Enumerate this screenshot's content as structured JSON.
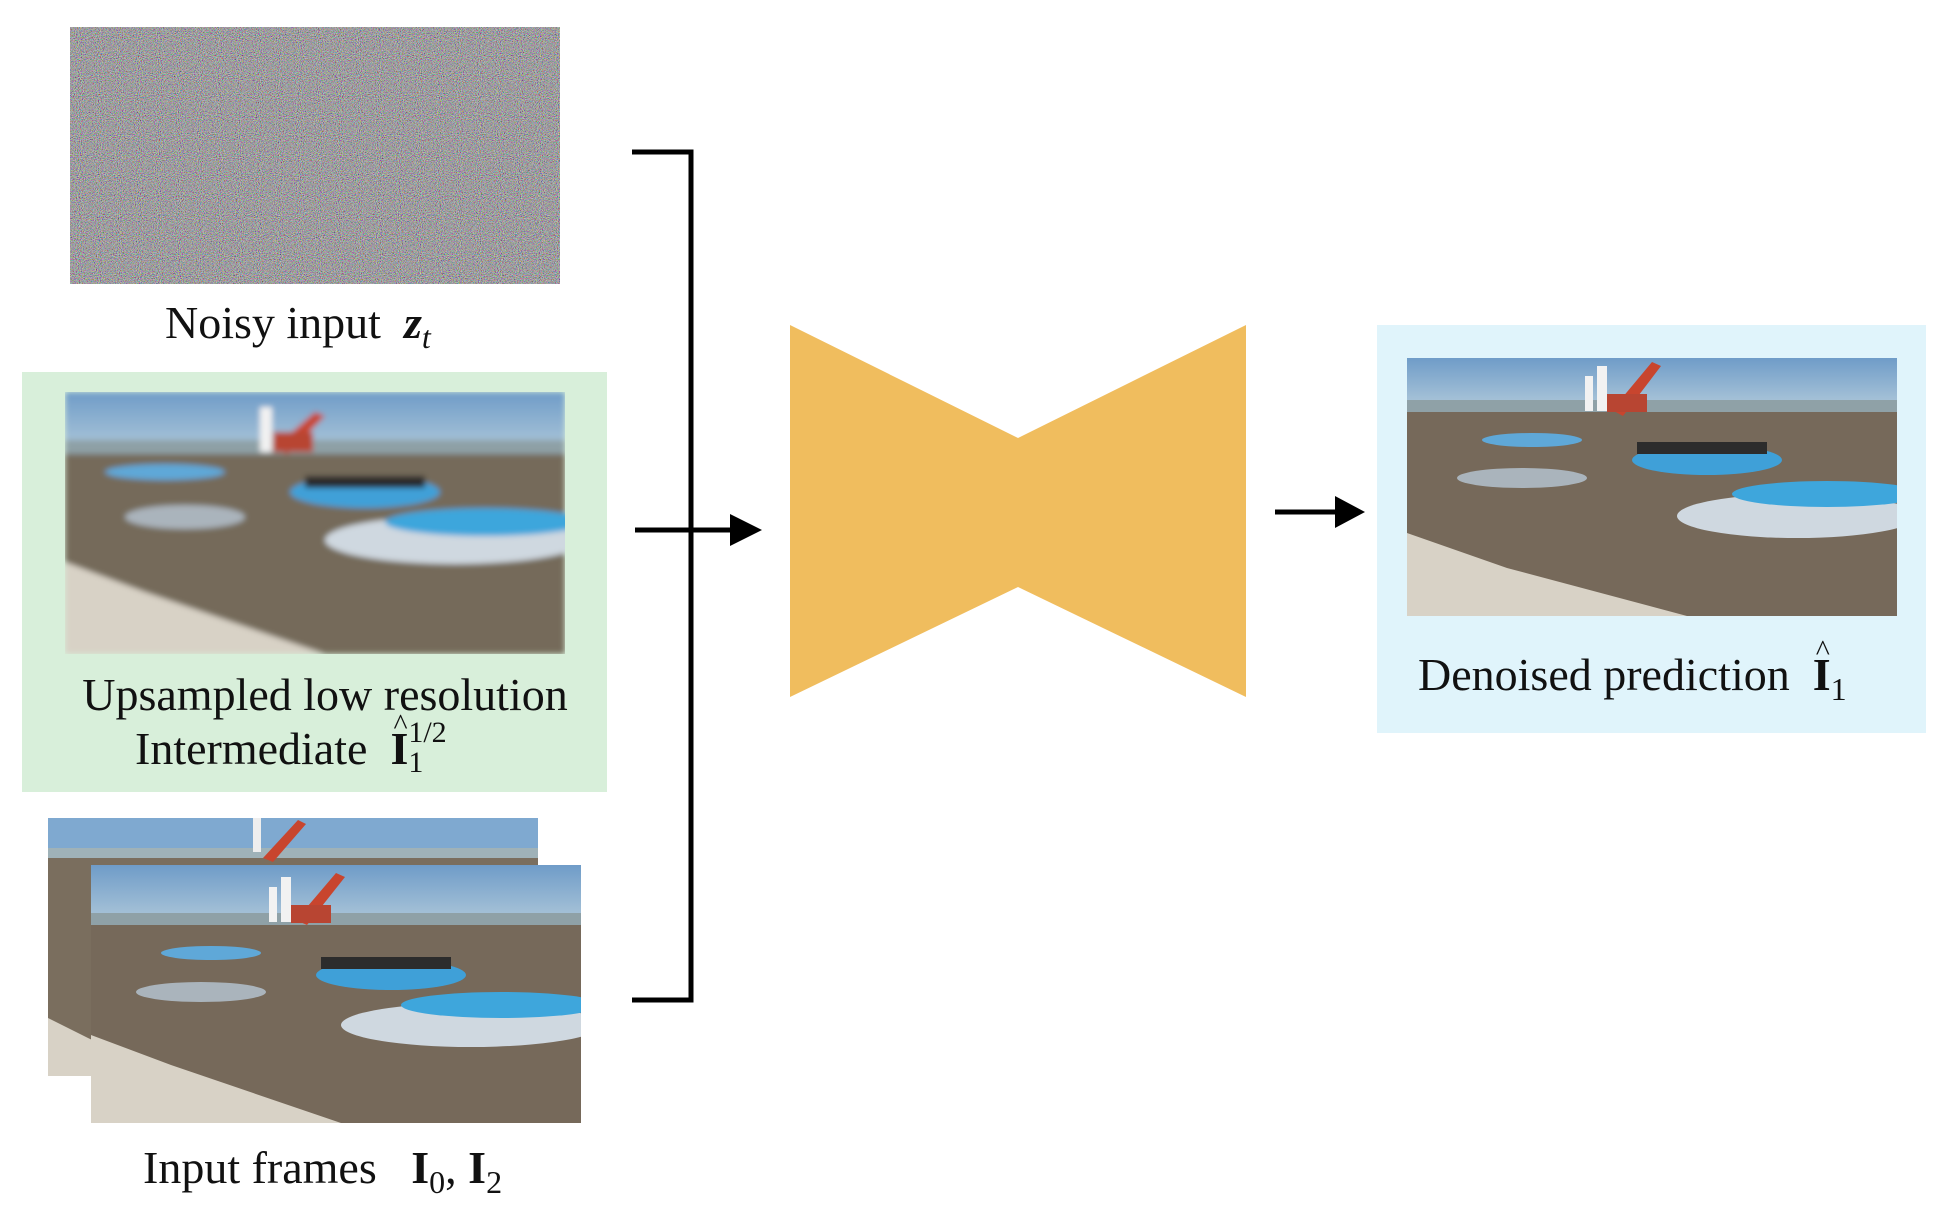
{
  "figure": {
    "noisy_input": {
      "label": "Noisy input",
      "symbol": "z",
      "subscript": "t"
    },
    "upsampled": {
      "line1": "Upsampled low resolution",
      "line2": "Intermediate",
      "symbol": "I",
      "subscript": "1",
      "superscript": "1/2"
    },
    "input_frames": {
      "label": "Input frames",
      "symbol_a": "I",
      "sub_a": "0",
      "separator": ",",
      "symbol_b": "I",
      "sub_b": "2"
    },
    "output": {
      "label": "Denoised prediction",
      "symbol": "I",
      "subscript": "1"
    },
    "colors": {
      "network": "#f0bd5e",
      "green_panel": "#d8efda",
      "blue_panel": "#e0f4fb",
      "arrows": "#000000"
    },
    "network_icon": "unet-bowtie-shape"
  }
}
